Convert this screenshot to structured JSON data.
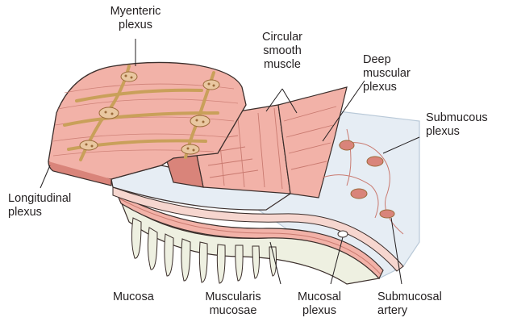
{
  "labels": {
    "myenteric_plexus": [
      "Myenteric",
      "plexus"
    ],
    "circular_smooth_muscle": [
      "Circular",
      "smooth",
      "muscle"
    ],
    "deep_muscular_plexus": [
      "Deep",
      "muscular",
      "plexus"
    ],
    "submucous_plexus": [
      "Submucous",
      "plexus"
    ],
    "longitudinal_plexus": [
      "Longitudinal",
      "plexus"
    ],
    "mucosa": [
      "Mucosa"
    ],
    "muscularis_mucosae": [
      "Muscularis",
      "mucosae"
    ],
    "mucosal_plexus": [
      "Mucosal",
      "plexus"
    ],
    "submucosal_artery": [
      "Submucosal",
      "artery"
    ]
  },
  "colors": {
    "muscle_pink": "#f2b2a8",
    "muscle_dark": "#d9847a",
    "muscle_stripe": "#c97a70",
    "nerve_tan": "#c9a05a",
    "ganglion_fill": "#e9c7a0",
    "ganglion_dot": "#9b6a3a",
    "submucosa_blue": "#e6edf4",
    "submucosa_edge": "#b9c9d8",
    "mucosa_cream": "#eef0e1",
    "outline": "#3b2e2b",
    "leader": "#231f20"
  }
}
